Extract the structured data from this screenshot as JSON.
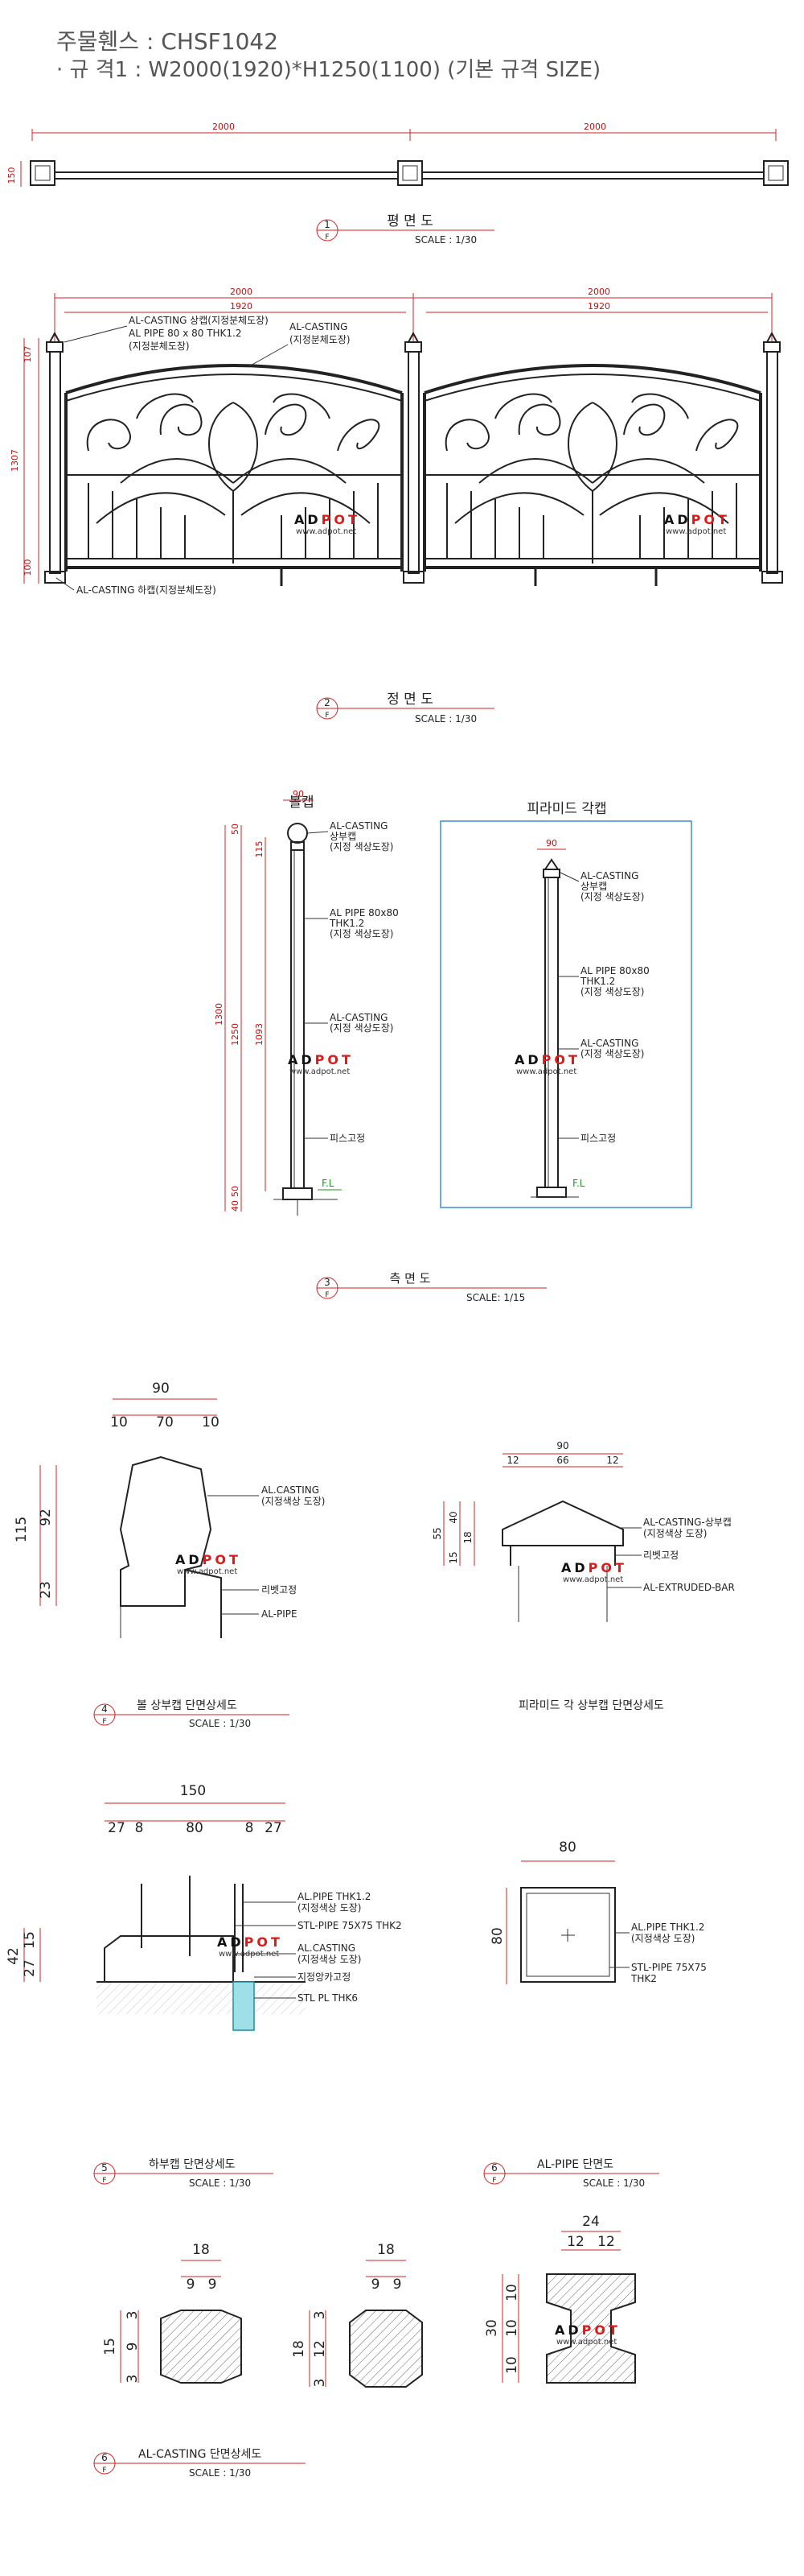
{
  "header": {
    "title": "주물휀스 : CHSF1042",
    "spec": "· 규 격1 : W2000(1920)*H1250(1100) (기본 규격 SIZE)"
  },
  "watermark": {
    "brand_a": "AD",
    "brand_b": "POT",
    "url": "www.adpot.net"
  },
  "colors": {
    "dimension": "#d42020",
    "line": "#222222",
    "frame_blue": "#3b8fd6"
  },
  "plan": {
    "dim_2000_a": "2000",
    "dim_2000_b": "2000",
    "dim_150": "150",
    "caption_no": "1",
    "caption_sub": "F",
    "caption": "평 면 도",
    "scale": "SCALE : 1/30"
  },
  "front": {
    "dim_2000_a": "2000",
    "dim_2000_b": "2000",
    "dim_1920_a": "1920",
    "dim_1920_b": "1920",
    "dim_107": "107",
    "dim_1307": "1307",
    "dim_100": "100",
    "label_top_1": "AL-CASTING 상캡(지정분체도장)",
    "label_top_2": "AL PIPE 80 x 80 THK1.2",
    "label_top_3": "(지정분체도장)",
    "label_cast_1": "AL-CASTING",
    "label_cast_2": "(지정분체도장)",
    "label_bottom": "AL-CASTING 하캡(지정분체도장)",
    "caption_no": "2",
    "caption_sub": "F",
    "caption": "정 면 도",
    "scale": "SCALE : 1/30"
  },
  "side": {
    "title_ball": "볼캡",
    "title_pyramid": "피라미드 각캡",
    "dim_90": "90",
    "dim_90b": "90",
    "dim_50": "50",
    "dim_115": "115",
    "dim_1300": "1300",
    "dim_1250": "1250",
    "dim_1093": "1093",
    "dim_50b": "50",
    "dim_40": "40",
    "cap_1": "AL-CASTING",
    "cap_2": "상부캡",
    "cap_3": "(지정 색상도장)",
    "pipe_1": "AL PIPE 80x80",
    "pipe_2": "THK1.2",
    "pipe_3": "(지정 색상도장)",
    "cast_1": "AL-CASTING",
    "cast_2": "(지정 색상도장)",
    "screw": "피스고정",
    "fl": "F.L",
    "pcap_1": "AL-CASTING",
    "pcap_2": "상부캡",
    "pcap_3": "(지정 색상도장)",
    "ppipe_1": "AL PIPE 80x80",
    "ppipe_2": "THK1.2",
    "ppipe_3": "(지정 색상도장)",
    "pcast_1": "AL-CASTING",
    "pcast_2": "(지정 색상도장)",
    "pscrew": "피스고정",
    "pfl": "F.L",
    "caption_no": "3",
    "caption_sub": "F",
    "caption": "측 면 도",
    "scale": "SCALE: 1/15"
  },
  "detail_caps": {
    "d90": "90",
    "d10a": "10",
    "d70": "70",
    "d10b": "10",
    "d115": "115",
    "d92": "92",
    "d23": "23",
    "lab_cast": "AL.CASTING",
    "lab_cast2": "(지정색상 도장)",
    "lab_rivet": "리벳고정",
    "lab_pipe": "AL-PIPE",
    "p90": "90",
    "p12a": "12",
    "p66": "66",
    "p12b": "12",
    "p55": "55",
    "p40": "40",
    "p18": "18",
    "p15": "15",
    "plab_cast": "AL-CASTING-상부캡",
    "plab_cast2": "(지정색상 도장)",
    "plab_rivet": "리벳고정",
    "plab_bar": "AL-EXTRUDED-BAR",
    "caption_no": "4",
    "caption_sub": "F",
    "caption": "볼 상부캡 단면상세도",
    "scale": "SCALE : 1/30",
    "caption2": "피라미드 각 상부캡 단면상세도"
  },
  "detail_bottom": {
    "d150": "150",
    "d27a": "27",
    "d8a": "8",
    "d80": "80",
    "d8b": "8",
    "d27b": "27",
    "d42": "42",
    "d27c": "27",
    "d15": "15",
    "lab1": "AL.PIPE THK1.2",
    "lab1b": "(지정색상 도장)",
    "lab2": "STL-PIPE 75X75 THK2",
    "lab3": "AL.CASTING",
    "lab3b": "(지정색상 도장)",
    "lab4": "지정앙카고정",
    "lab5": "STL PL THK6",
    "caption_no": "5",
    "caption_sub": "F",
    "caption": "하부캡 단면상세도",
    "scale": "SCALE : 1/30"
  },
  "detail_pipe": {
    "d80": "80",
    "d80v": "80",
    "lab1": "AL.PIPE THK1.2",
    "lab1b": "(지정색상 도장)",
    "lab2": "STL-PIPE 75X75",
    "lab2b": "THK2",
    "caption_no": "6",
    "caption_sub": "F",
    "caption": "AL-PIPE 단면도",
    "scale": "SCALE : 1/30"
  },
  "detail_casting": {
    "a18": "18",
    "a9a": "9",
    "a9b": "9",
    "a15": "15",
    "a3a": "3",
    "a9c": "9",
    "a3b": "3",
    "b18": "18",
    "b9a": "9",
    "b9b": "9",
    "b18v": "18",
    "b3a": "3",
    "b12": "12",
    "b3b": "3",
    "c24": "24",
    "c12a": "12",
    "c12b": "12",
    "c30": "30",
    "c10a": "10",
    "c10b": "10",
    "c10c": "10",
    "caption_no": "6",
    "caption_sub": "F",
    "caption": "AL-CASTING 단면상세도",
    "scale": "SCALE : 1/30"
  }
}
